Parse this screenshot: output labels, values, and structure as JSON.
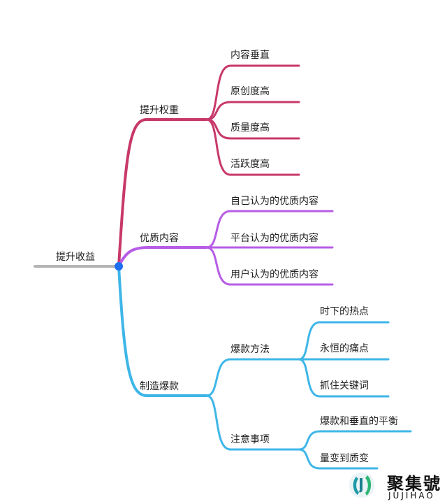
{
  "mindmap": {
    "root": "提升收益",
    "branches": [
      {
        "label": "提升权重",
        "color": "#c8386a",
        "children": [
          "内容垂直",
          "原创度高",
          "质量度高",
          "活跃度高"
        ]
      },
      {
        "label": "优质内容",
        "color": "#b75ce6",
        "children": [
          "自己认为的优质内容",
          "平台认为的优质内容",
          "用户认为的优质内容"
        ]
      },
      {
        "label": "制造爆款",
        "color": "#3eb6e8",
        "children": [
          {
            "label": "爆款方法",
            "children": [
              "时下的热点",
              "永恒的痛点",
              "抓住关键词"
            ]
          },
          {
            "label": "注意事项",
            "children": [
              "爆款和垂直的平衡",
              "量变到质变"
            ]
          }
        ]
      }
    ]
  },
  "colors": {
    "root_line": "#b5b5b5",
    "hub_dot": "#1e6ff0"
  },
  "watermark": {
    "title": "聚集號",
    "subtitle": "JUJIHAO"
  }
}
